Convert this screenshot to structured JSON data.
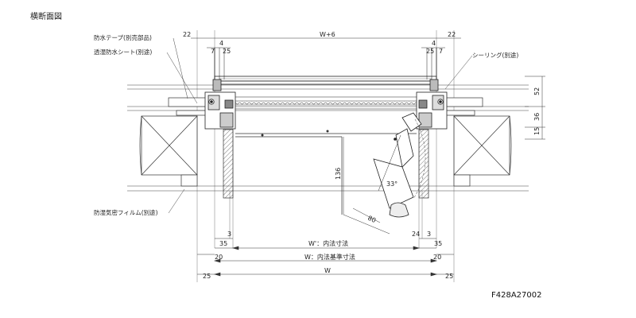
{
  "drawing": {
    "heading": "横断面図",
    "code": "F428A27002"
  },
  "labels": {
    "waterproof_tape": "防水テープ(別売部品)",
    "moisture_sheet": "透湿防水シート(別途)",
    "sealing": "シーリング(別途)",
    "airtight_film": "防湿気密フィルム(別途)"
  },
  "dims": {
    "top_left_22": "22",
    "top_right_22": "22",
    "top_w6": "W+6",
    "top_left_4": "4",
    "top_left_7": "7",
    "top_left_25": "25",
    "top_right_4": "4",
    "top_right_25": "25",
    "top_right_7": "7",
    "right_52": "52",
    "right_36": "36",
    "right_15": "15",
    "mid_136": "136",
    "mid_33deg": "33°",
    "mid_80": "80",
    "bot_left_3": "3",
    "bot_right_24": "24",
    "bot_right_3": "3",
    "bot_left_35": "35",
    "bot_right_35": "35",
    "bot_wprime": "W'：内法寸法",
    "bot_left_20": "20",
    "bot_right_20": "20",
    "bot_w_std": "W：内法基準寸法",
    "bot_left_25": "25",
    "bot_right_25": "25",
    "bot_w": "W"
  }
}
